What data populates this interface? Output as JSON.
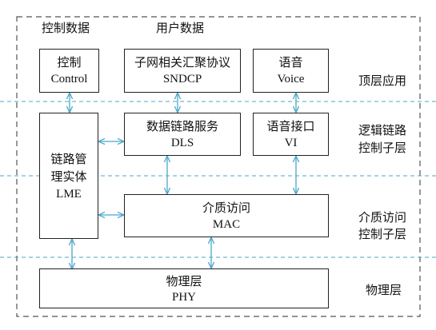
{
  "headers": {
    "control_data": "控制数据",
    "user_data": "用户数据"
  },
  "layers": {
    "top_application": "顶层应用",
    "logical_link_line1": "逻辑链路",
    "logical_link_line2": "控制子层",
    "mac_line1": "介质访问",
    "mac_line2": "控制子层",
    "physical": "物理层"
  },
  "blocks": {
    "control": {
      "zh": "控制",
      "en": "Control"
    },
    "sndcp": {
      "zh": "子网相关汇聚协议",
      "en": "SNDCP"
    },
    "voice": {
      "zh": "语音",
      "en": "Voice"
    },
    "dls": {
      "zh": "数据链路服务",
      "en": "DLS"
    },
    "vi": {
      "zh": "语音接口",
      "en": "VI"
    },
    "lme": {
      "zh_line1": "链路管",
      "zh_line2": "理实体",
      "en": "LME"
    },
    "mac": {
      "zh": "介质访问",
      "en": "MAC"
    },
    "phy": {
      "zh": "物理层",
      "en": "PHY"
    }
  },
  "colors": {
    "arrow": "#4aa8c8",
    "layer_divider": "#4aa8c8",
    "outer_border": "#555555",
    "box_border": "#222222"
  }
}
